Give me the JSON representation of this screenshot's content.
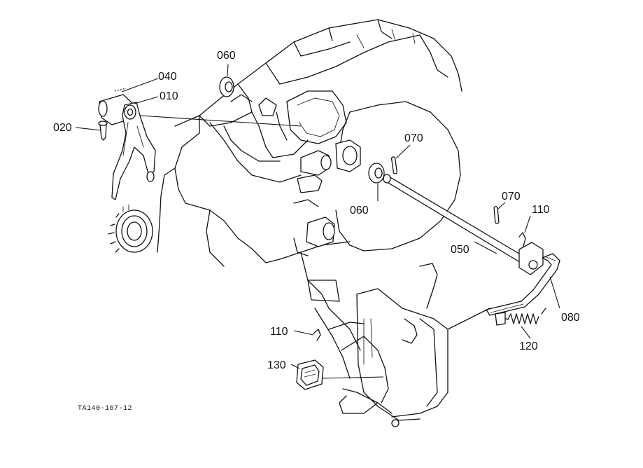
{
  "diagram": {
    "reference_code": "TA140-167-12",
    "callouts": {
      "c010": "010",
      "c020": "020",
      "c040": "040",
      "c050": "050",
      "c060_top": "060",
      "c060_mid": "060",
      "c070_left": "070",
      "c070_right": "070",
      "c080": "080",
      "c110_top": "110",
      "c110_mid": "110",
      "c120": "120",
      "c130": "130"
    }
  }
}
